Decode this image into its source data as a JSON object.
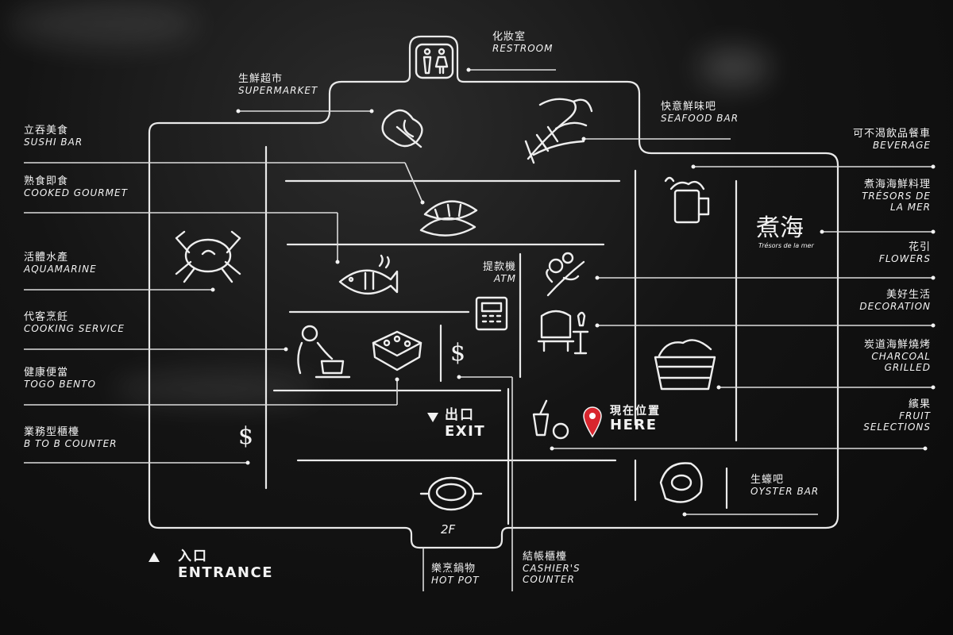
{
  "colors": {
    "background": "#111111",
    "lines": "#e9e9e9",
    "pin": "#d8262e"
  },
  "labels": {
    "restroom": {
      "zh": "化妝室",
      "en": "RESTROOM"
    },
    "supermarket": {
      "zh": "生鮮超市",
      "en": "SUPERMARKET"
    },
    "seafood_bar": {
      "zh": "快意鮮味吧",
      "en": "SEAFOOD BAR"
    },
    "sushi_bar": {
      "zh": "立吞美食",
      "en": "SUSHI BAR"
    },
    "beverage": {
      "zh": "可不渴飲品餐車",
      "en": "BEVERAGE"
    },
    "cooked_gourmet": {
      "zh": "熟食即食",
      "en": "COOKED GOURMET"
    },
    "tresors": {
      "zh": "煮海海鮮料理",
      "en1": "TRÉSORS DE",
      "en2": "LA MER"
    },
    "aquamarine": {
      "zh": "活體水產",
      "en": "AQUAMARINE"
    },
    "flowers": {
      "zh": "花引",
      "en": "FLOWERS"
    },
    "atm": {
      "zh": "提款機",
      "en": "ATM"
    },
    "cooking_service": {
      "zh": "代客烹飪",
      "en": "COOKING SERVICE"
    },
    "decoration": {
      "zh": "美好生活",
      "en": "DECORATION"
    },
    "togo_bento": {
      "zh": "健康便當",
      "en": "TOGO BENTO"
    },
    "charcoal": {
      "zh": "炭道海鮮燒烤",
      "en1": "CHARCOAL",
      "en2": "GRILLED"
    },
    "exit": {
      "zh": "出口",
      "en": "EXIT"
    },
    "here": {
      "zh": "現在位置",
      "en": "HERE"
    },
    "fruit": {
      "zh": "繽果",
      "en1": "FRUIT",
      "en2": "SELECTIONS"
    },
    "b2b": {
      "zh": "業務型櫃檯",
      "en": "B TO B   COUNTER"
    },
    "oyster_bar": {
      "zh": "生蠔吧",
      "en": "OYSTER BAR"
    },
    "entrance": {
      "zh": "入口",
      "en": "ENTRANCE"
    },
    "hot_pot": {
      "zh": "樂烹鍋物",
      "en": "HOT POT"
    },
    "cashier": {
      "zh": "結帳櫃檯",
      "en1": "CASHIER'S",
      "en2": "COUNTER"
    }
  },
  "map_text": {
    "floor": "2F",
    "logo_main": "煮海",
    "logo_sub": "Trésors de la mer",
    "dollar": "$"
  },
  "icons": [
    "restroom-icon",
    "vegetable-icon",
    "lobster-icon",
    "beer-icon",
    "crab-icon",
    "dumpling-icon",
    "fish-icon",
    "atm-icon",
    "flower-icon",
    "chair-icon",
    "cook-icon",
    "bento-icon",
    "dollar-icon",
    "grill-basket-icon",
    "drink-icon",
    "location-pin-icon",
    "oyster-icon",
    "hot-pot-icon",
    "triangle-down-icon",
    "triangle-up-icon"
  ]
}
